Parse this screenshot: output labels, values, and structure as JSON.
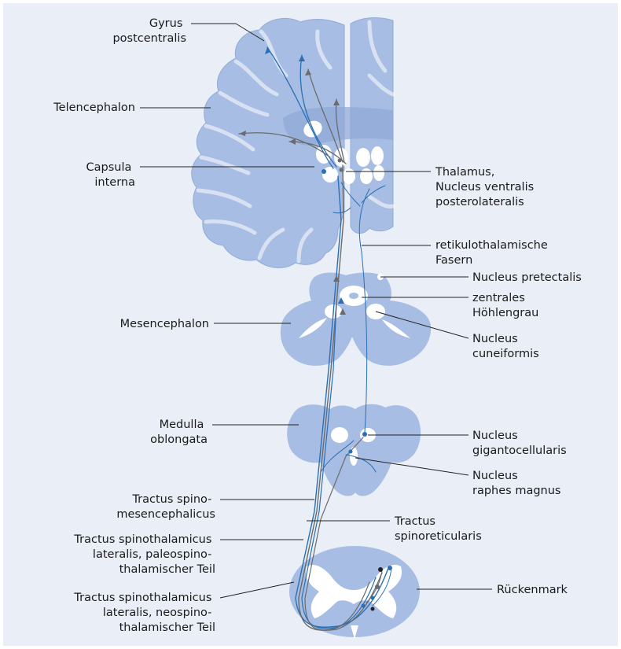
{
  "colors": {
    "panel_bg": "#e9eef7",
    "tissue": "#a7bde3",
    "tissue_dark": "#8ea8d6",
    "nuclei": "#ffffff",
    "fiber_blue": "#2a6fb3",
    "fiber_gray": "#6b6b6b",
    "leader": "#222222"
  },
  "labels": {
    "gyrus_postcentralis": [
      "Gyrus",
      "postcentralis"
    ],
    "telencephalon": [
      "Telencephalon"
    ],
    "capsula_interna": [
      "Capsula",
      "interna"
    ],
    "thalamus": [
      "Thalamus,",
      "Nucleus ventralis",
      "posterolateralis"
    ],
    "retikulothalamische": [
      "retikulothalamische",
      "Fasern"
    ],
    "nucleus_pretectalis": [
      "Nucleus pretectalis"
    ],
    "zentrales_hoehlengrau": [
      "zentrales",
      "Höhlengrau"
    ],
    "mesencephalon": [
      "Mesencephalon"
    ],
    "nucleus_cuneiformis": [
      "Nucleus",
      "cuneiformis"
    ],
    "medulla_oblongata": [
      "Medulla",
      "oblongata"
    ],
    "nucleus_gigantocellularis": [
      "Nucleus",
      "gigantocellularis"
    ],
    "nucleus_raphes_magnus": [
      "Nucleus",
      "raphes magnus"
    ],
    "tractus_spinomesencephalicus": [
      "Tractus spino-",
      "mesencephalicus"
    ],
    "tractus_spinoreticularis": [
      "Tractus",
      "spinoreticularis"
    ],
    "tractus_paleospino": [
      "Tractus spinothalamicus",
      "lateralis, paleospino-",
      "thalamischer Teil"
    ],
    "tractus_neospino": [
      "Tractus spinothalamicus",
      "lateralis, neospino-",
      "thalamischer Teil"
    ],
    "rueckenmark": [
      "Rückenmark"
    ]
  }
}
